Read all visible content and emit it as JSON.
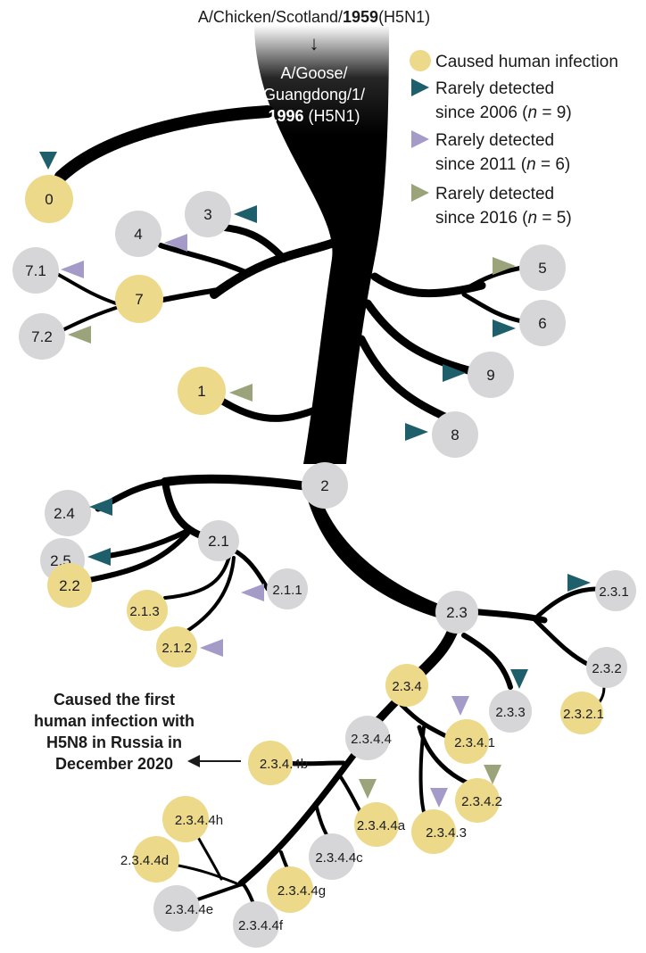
{
  "header": {
    "ancestor_prefix": "A/Chicken/Scotland/",
    "ancestor_year": "1959",
    "ancestor_suffix": "(H5N1)",
    "arrow": "↓",
    "root_line1": "A/Goose/",
    "root_line2": "Guangdong/1/",
    "root_year": "1996",
    "root_suffix": " (H5N1)"
  },
  "legend": [
    {
      "marker": "circle",
      "color": "#ecd98a",
      "line1": "Caused human infection",
      "line2": ""
    },
    {
      "marker": "triangle",
      "color": "#1f5f6b",
      "line1": "Rarely detected",
      "line2_pre": "since 2006 (",
      "n": "n",
      "line2_post": " = 9)"
    },
    {
      "marker": "triangle",
      "color": "#a49bc8",
      "line1": "Rarely detected",
      "line2_pre": "since 2011 (",
      "n": "n",
      "line2_post": " = 6)"
    },
    {
      "marker": "triangle",
      "color": "#9aa37a",
      "line1": "Rarely detected",
      "line2_pre": "since 2016 (",
      "n": "n",
      "line2_post": " = 5)"
    }
  ],
  "colors": {
    "human": "#ecd98a",
    "other": "#d6d6d8",
    "since2006": "#1f5f6b",
    "since2011": "#a49bc8",
    "since2016": "#9aa37a",
    "branch": "#000000"
  },
  "clades": {
    "c0": "0",
    "c1": "1",
    "c2": "2",
    "c3": "3",
    "c4": "4",
    "c5": "5",
    "c6": "6",
    "c7": "7",
    "c71": "7.1",
    "c72": "7.2",
    "c8": "8",
    "c9": "9",
    "c21": "2.1",
    "c211": "2.1.1",
    "c212": "2.1.2",
    "c213": "2.1.3",
    "c22": "2.2",
    "c24": "2.4",
    "c25": "2.5",
    "c23": "2.3",
    "c231": "2.3.1",
    "c232": "2.3.2",
    "c2321": "2.3.2.1",
    "c233": "2.3.3",
    "c234": "2.3.4",
    "c2341": "2.3.4.1",
    "c2342": "2.3.4.2",
    "c2343": "2.3.4.3",
    "c2344": "2.3.4.4",
    "c2344a": "2.3.4.4a",
    "c2344b": "2.3.4.4b",
    "c2344c": "2.3.4.4c",
    "c2344d": "2.3.4.4d",
    "c2344e": "2.3.4.4e",
    "c2344f": "2.3.4.4f",
    "c2344g": "2.3.4.4g",
    "c2344h": "2.3.4.4h"
  },
  "annotation": {
    "line1": "Caused the first",
    "line2": "human infection with",
    "line3": "H5N8 in Russia in",
    "line4": "December 2020"
  }
}
